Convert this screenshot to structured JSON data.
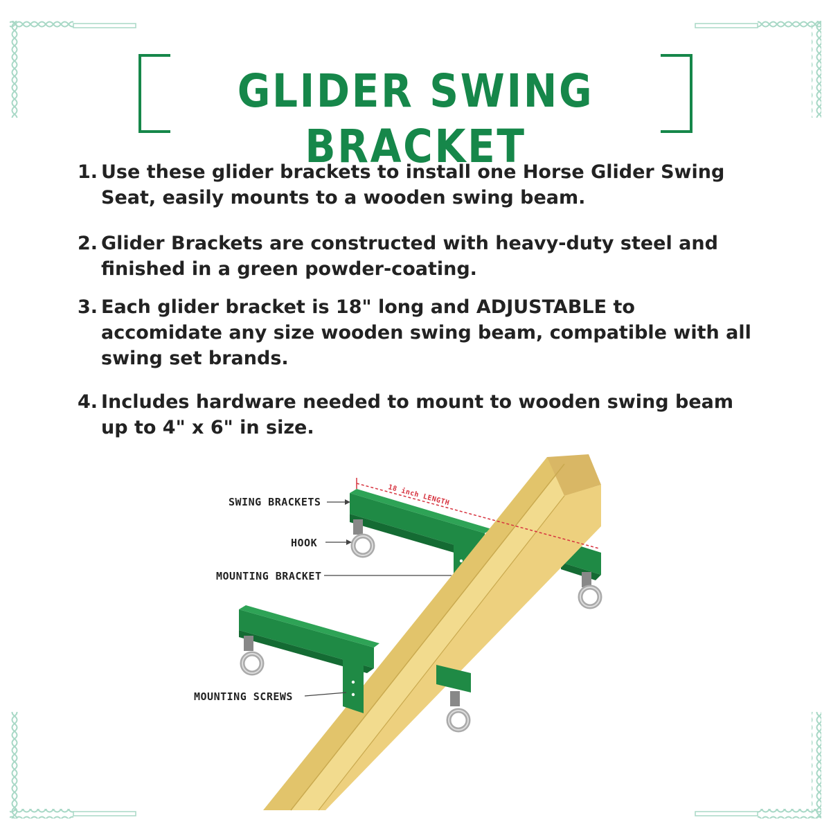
{
  "title": "GLIDER SWING BRACKET",
  "features": [
    {
      "number": "1.",
      "text": "Use these glider brackets to install one Horse Glider Swing Seat, easily mounts to a wooden swing beam."
    },
    {
      "number": "2.",
      "text": "Glider Brackets are constructed with heavy-duty steel and finished in a green powder-coating."
    },
    {
      "number": "3.",
      "text": "Each glider bracket is 18\" long and ADJUSTABLE to accomidate any size wooden swing beam, compatible with all swing set brands."
    },
    {
      "number": "4.",
      "text": "Includes hardware needed to mount to wooden swing beam up to 4\" x 6\" in size."
    }
  ],
  "diagram": {
    "labels": {
      "swing_brackets": "SWING BRACKETS",
      "hook": "HOOK",
      "mounting_bracket": "MOUNTING BRACKET",
      "mounting_screws": "MOUNTING SCREWS",
      "length": "18 inch LENGTH"
    }
  },
  "colors": {
    "accent_green": "#16874a",
    "bracket_green": "#1f8a45",
    "bracket_dark": "#146b33",
    "wood_light": "#f2db8e",
    "wood_shade": "#e2c46b",
    "wood_end": "#d9b765",
    "length_red": "#d6323e",
    "ornament": "#a8d8c6"
  }
}
